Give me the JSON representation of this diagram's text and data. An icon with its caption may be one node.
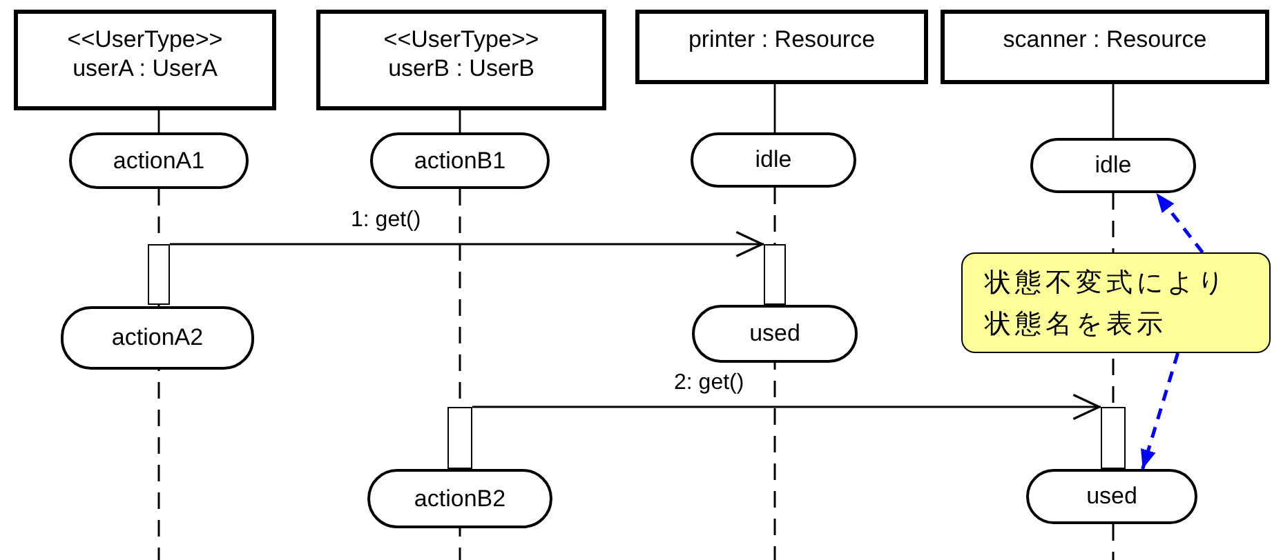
{
  "diagram": {
    "nodes": [
      {
        "text": [
          "<<UserType>>",
          "userA : UserA"
        ]
      },
      {
        "text": [
          "<<UserType>>",
          "userB : UserB"
        ]
      },
      {
        "text": [
          "printer : Resource"
        ]
      },
      {
        "text": [
          "scanner : Resource"
        ]
      },
      {
        "text": [
          "actionA1"
        ]
      },
      {
        "text": [
          "actionB1"
        ]
      },
      {
        "text": [
          "idle"
        ]
      },
      {
        "text": [
          "idle"
        ]
      },
      {
        "text": [],
        "shape": "bar"
      },
      {
        "text": [],
        "shape": "bar"
      },
      {
        "text": [
          "状態不変式により状態名を表示"
        ]
      },
      {
        "text": [
          "actionA2"
        ]
      },
      {
        "text": [
          "used"
        ]
      },
      {
        "text": [],
        "shape": "bar"
      },
      {
        "text": [],
        "shape": "bar"
      },
      {
        "text": [
          "actionB2"
        ]
      },
      {
        "text": [
          "used"
        ]
      }
    ],
    "edges": [
      {
        "from": 8,
        "to": 9,
        "arrow": "to",
        "label": "1: get()"
      },
      {
        "from": 13,
        "to": 14,
        "arrow": "to",
        "label": "2: get()"
      },
      {
        "from": 10,
        "to": 7,
        "arrow": "to",
        "style": "dashed",
        "color": "#0000ff"
      },
      {
        "from": 10,
        "to": 16,
        "arrow": "to",
        "style": "dashed",
        "color": "#0000ff"
      },
      {
        "from": 0,
        "to": 4,
        "arrow": "none"
      },
      {
        "from": 1,
        "to": 5,
        "arrow": "none"
      },
      {
        "from": 2,
        "to": 6,
        "arrow": "none"
      },
      {
        "from": 3,
        "to": 7,
        "arrow": "none"
      }
    ]
  }
}
